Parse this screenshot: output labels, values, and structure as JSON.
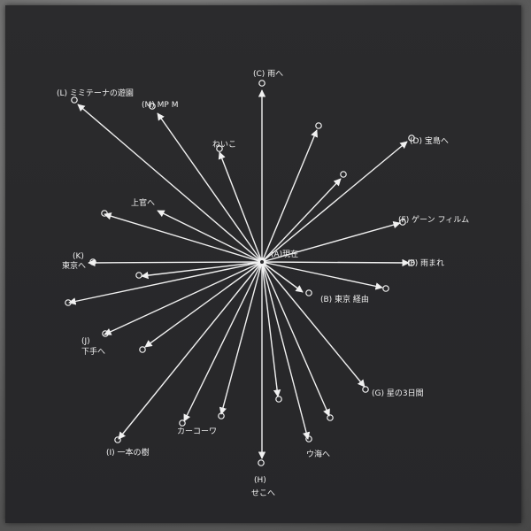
{
  "center_label": "(A)現在",
  "labels": {
    "c": "(C) 雨へ",
    "d": "(D) 宝島へ",
    "l": "(L) ミミテーナの遊園",
    "m": "(M) MP M",
    "nikuko": "ねいこ",
    "jou": "上官へ",
    "k1": "(K)",
    "k2": "東京へ",
    "f1": "(F) ゲーン フィルム",
    "f2": "(F) 雨まれ",
    "b": "(B) 東京 経由",
    "j1": "(J)",
    "j2": "下手へ",
    "g": "(G) 星の3日間",
    "i": "(I) 一本の樹",
    "seagull": "カーコーワ",
    "h1": "(H)",
    "h2": "せこへ",
    "umihe": "ウ海へ"
  }
}
